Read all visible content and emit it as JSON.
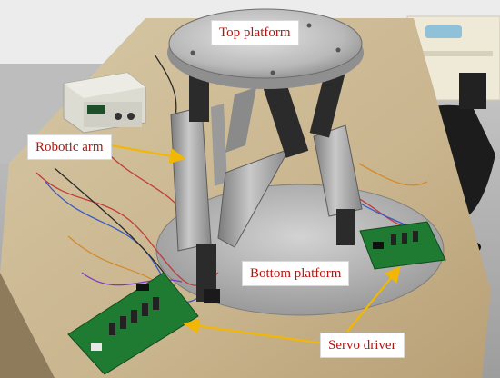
{
  "labels": {
    "top_platform": "Top platform",
    "robotic_arm": "Robotic arm",
    "bottom_platform": "Bottom platform",
    "servo_driver": "Servo driver"
  },
  "colors": {
    "label_text": "#b8140f",
    "arrow": "#f2b705",
    "label_background": "#ffffff"
  }
}
